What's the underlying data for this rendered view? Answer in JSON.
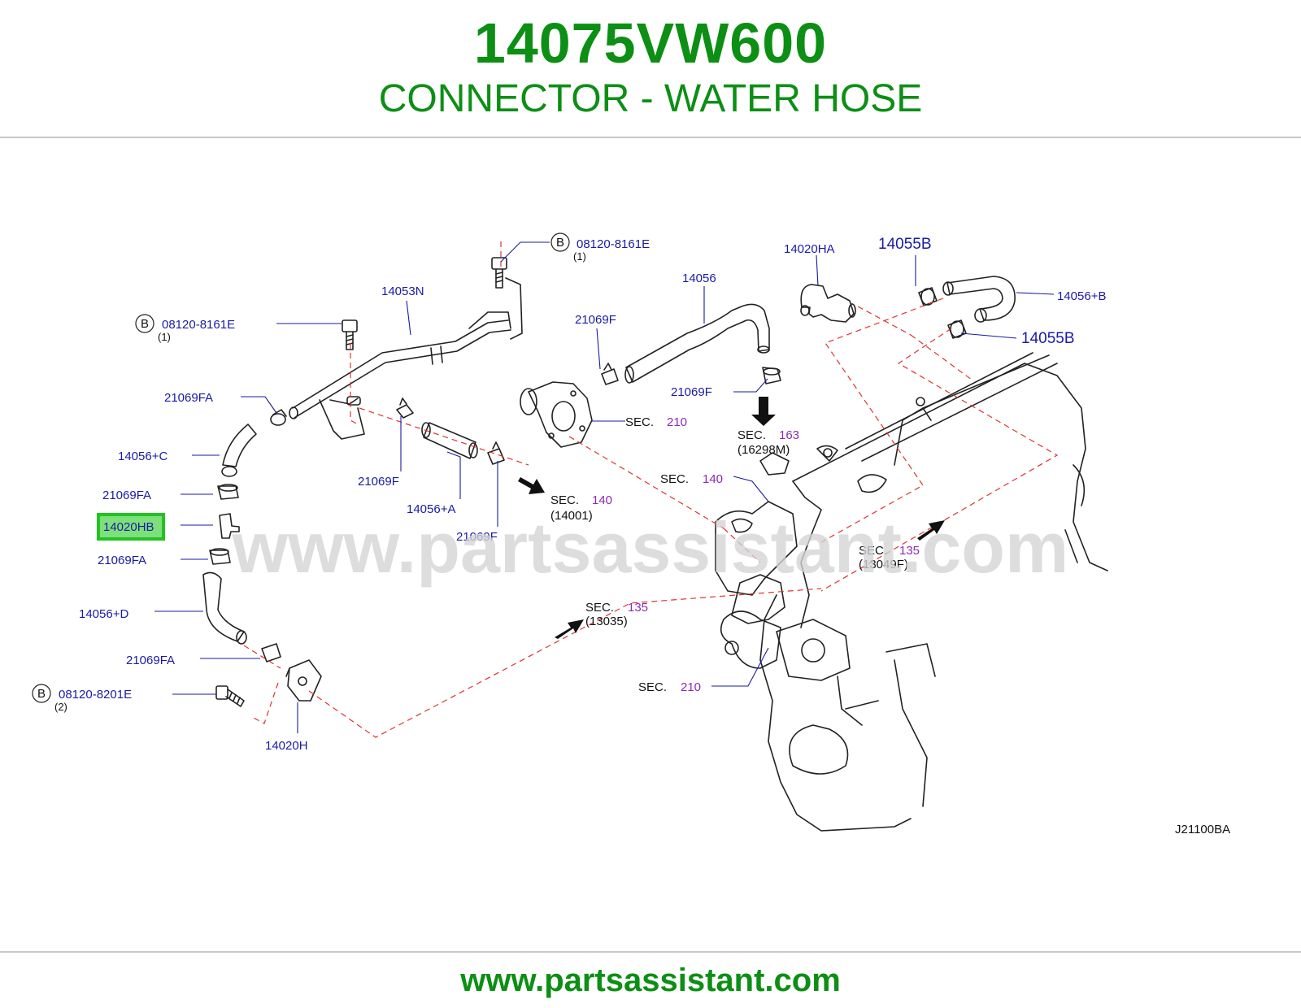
{
  "header": {
    "part_number": "14075VW600",
    "part_name": "CONNECTOR - WATER HOSE"
  },
  "diagram": {
    "watermark": "www.partsassistant.com",
    "figure_code": "J21100BA",
    "bolt_marker": "B",
    "highlighted_part": "14020HB",
    "callouts": {
      "bolt_top": "08120-8161E",
      "bolt_top_qty": "(1)",
      "bolt_left": "08120-8161E",
      "bolt_left_qty": "(1)",
      "bolt_bottom": "08120-8201E",
      "bolt_bottom_qty": "(2)",
      "pipe": "14053N",
      "clamp_fa_1": "21069FA",
      "hose_c": "14056+C",
      "clamp_fa_2": "21069FA",
      "connector_hb": "14020HB",
      "clamp_fa_3": "21069FA",
      "hose_d": "14056+D",
      "clamp_fa_4": "21069FA",
      "connector_h": "14020H",
      "clamp_f_1": "21069F",
      "hose_a": "14056+A",
      "clamp_f_2": "21069F",
      "clamp_f_3": "21069F",
      "hose_main": "14056",
      "clamp_f_4": "21069F",
      "connector_ha": "14020HA",
      "clamp_14055b_1": "14055B",
      "hose_b": "14056+B",
      "clamp_14055b_2": "14055B"
    },
    "sections": [
      {
        "key": "sec_210_a",
        "prefix": "SEC.",
        "num": "210",
        "sub": ""
      },
      {
        "key": "sec_163",
        "prefix": "SEC.",
        "num": "163",
        "sub": "(16298M)"
      },
      {
        "key": "sec_140_a",
        "prefix": "SEC.",
        "num": "140",
        "sub": "(14001)"
      },
      {
        "key": "sec_140_b",
        "prefix": "SEC.",
        "num": "140",
        "sub": ""
      },
      {
        "key": "sec_135_a",
        "prefix": "SEC.",
        "num": "135",
        "sub": "(13049F)"
      },
      {
        "key": "sec_135_b",
        "prefix": "SEC.",
        "num": "135",
        "sub": "(13035)"
      },
      {
        "key": "sec_210_b",
        "prefix": "SEC.",
        "num": "210",
        "sub": ""
      }
    ]
  },
  "footer": {
    "url": "www.partsassistant.com"
  },
  "colors": {
    "brand_green": "#0c8f14",
    "label_blue": "#1a1aa6",
    "section_purple": "#8a2bb5",
    "dashed_red": "#e0322e",
    "highlight_green": "#7ee07a"
  }
}
